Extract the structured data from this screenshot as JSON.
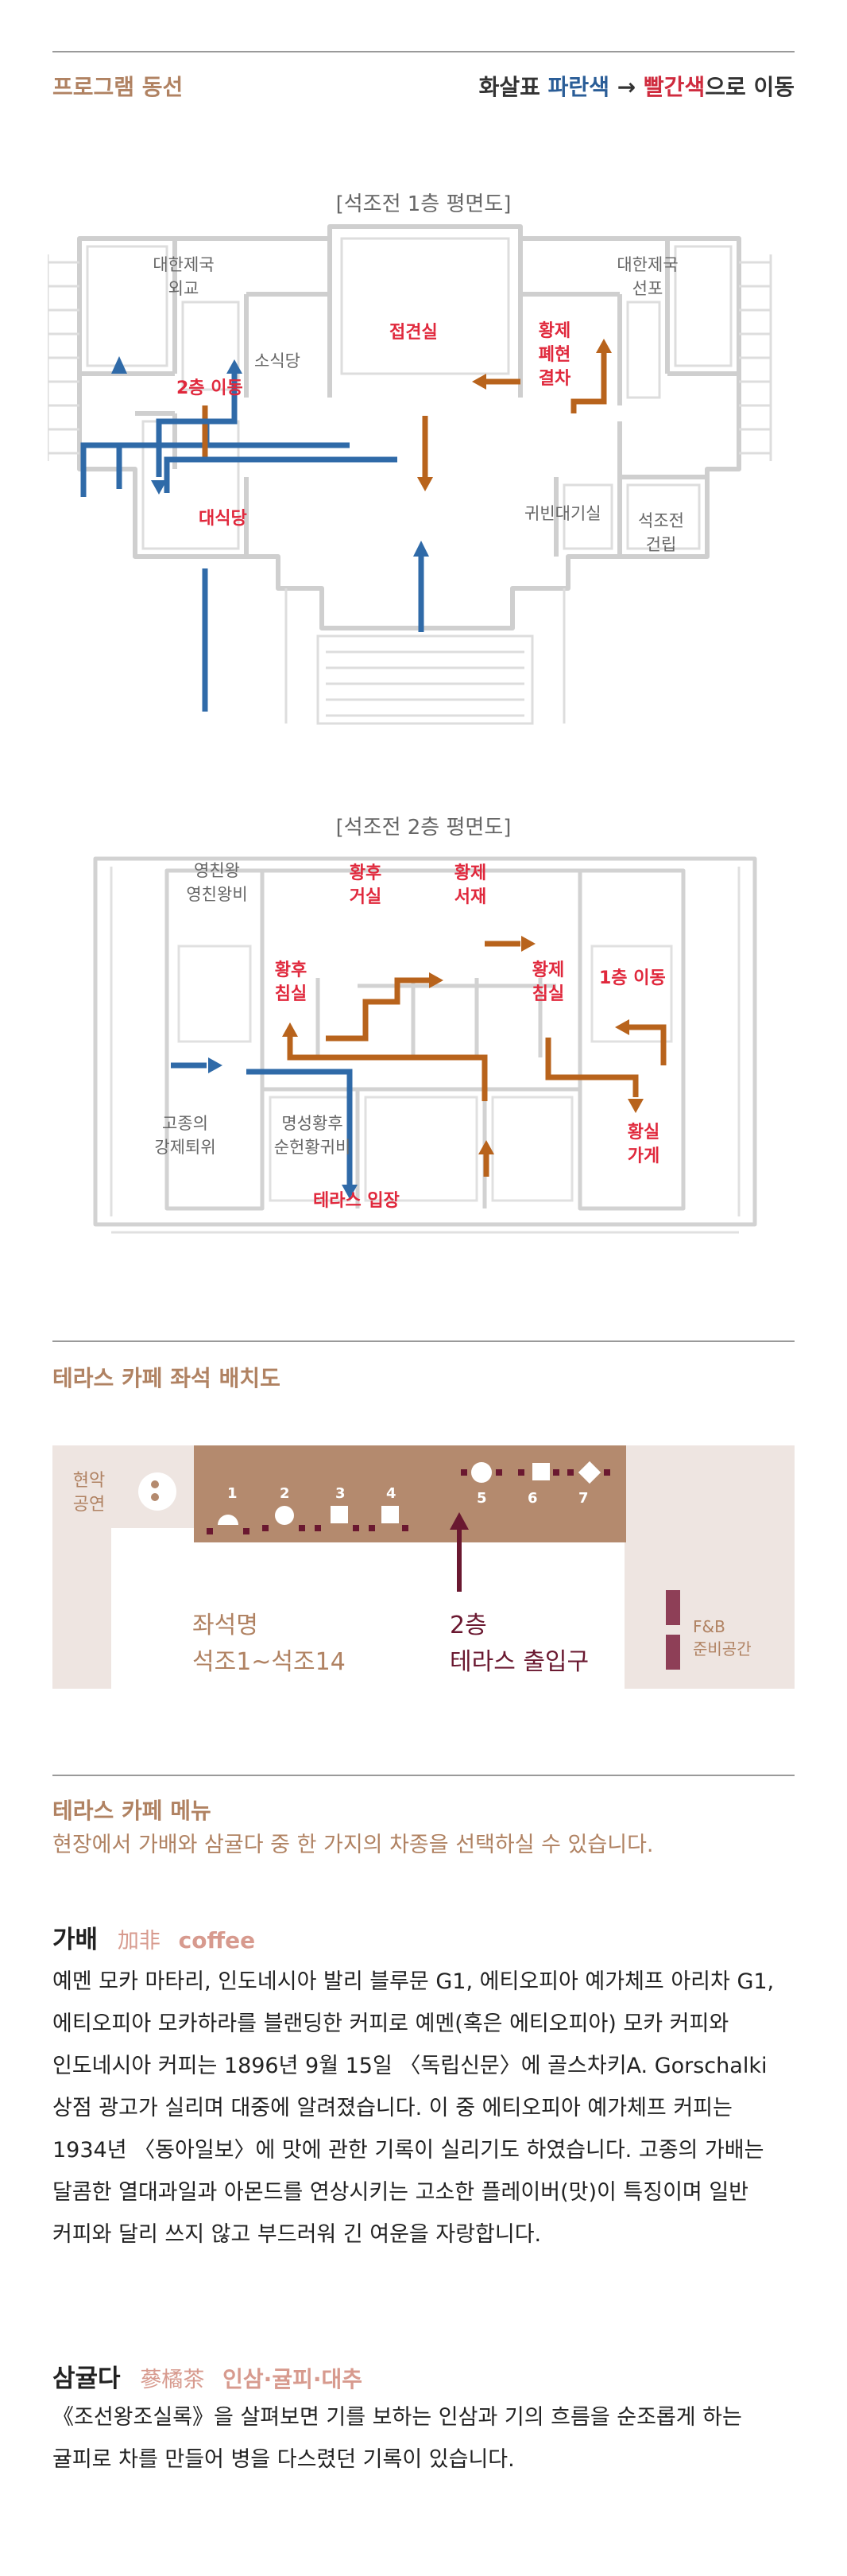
{
  "program": {
    "title": "프로그램 동선",
    "legend": {
      "prefix": "화살표",
      "blue": "파란색",
      "arrow": "→",
      "red": "빨간색",
      "suffix": "으로 이동"
    }
  },
  "plan1": {
    "title": "[석조전 1층 평면도]",
    "rooms": {
      "daehan_oegyo": "대한제국\n외교",
      "sosikdang": "소식당",
      "jeopgyeonsil": "접견실",
      "hwangje_pyeheon": "황제\n폐현\n결차",
      "daehan_seonpo": "대한제국\n선포",
      "second_floor": "2층 이동",
      "daesikdang": "대식당",
      "gwibin": "귀빈대기실",
      "seokjojeon_geollip": "석조전\n건립"
    }
  },
  "plan2": {
    "title": "[석조전 2층 평면도]",
    "rooms": {
      "yeongchinwang": "영친왕\n영친왕비",
      "hwanghu_geosil": "황후\n거실",
      "hwangje_seojae": "황제\n서재",
      "hwanghu_chimsil": "황후\n침실",
      "hwangje_chimsil": "황제\n침실",
      "first_floor": "1층 이동",
      "gojong_gangje": "고종의\n강제퇴위",
      "myeongseong": "명성황후\n순헌황귀비",
      "hwangsil_gage": "황실\n가게",
      "terrace_entry": "테라스 입장"
    }
  },
  "seating": {
    "title": "테라스 카페 좌석 배치도",
    "performance": "현악\n공연",
    "seat_numbers": [
      "1",
      "2",
      "3",
      "4",
      "5",
      "6",
      "7"
    ],
    "seat_names_label": "좌석명",
    "seat_range": "석조1~석조14",
    "entrance_floor": "2층",
    "entrance_label": "테라스 출입구",
    "fb_space": "F&B\n준비공간"
  },
  "menu": {
    "title": "테라스 카페 메뉴",
    "subtitle": "현장에서 가배와 삼귤다 중 한 가지의 차종을 선택하실 수 있습니다.",
    "items": [
      {
        "name": "가배",
        "hanja": "加非",
        "sub": "coffee",
        "desc": [
          "예멘 모카 마타리, 인도네시아 발리 블루문 G1, 에티오피아 예가체프 아리차 G1,",
          "에티오피아 모카하라를 블랜딩한 커피로 예멘(혹은 에티오피아) 모카 커피와",
          "인도네시아 커피는 1896년 9월 15일 〈독립신문〉에 골스차키A. Gorschalki",
          "상점 광고가 실리며 대중에 알려졌습니다. 이 중 에티오피아 예가체프 커피는",
          "1934년 〈동아일보〉에 맛에 관한 기록이 실리기도 하였습니다. 고종의 가배는",
          "달콤한 열대과일과 아몬드를 연상시키는 고소한 플레이버(맛)이 특징이며 일반",
          "커피와 달리 쓰지 않고 부드러워 긴 여운을 자랑합니다."
        ]
      },
      {
        "name": "삼귤다",
        "hanja": "蔘橘茶",
        "sub": "인삼·귤피·대추",
        "desc": [
          "《조선왕조실록》을 살펴보면 기를 보하는 인삼과 기의 흐름을 순조롭게 하는",
          "귤피로 차를 만들어 병을 다스렸던 기록이 있습니다."
        ]
      }
    ]
  },
  "colors": {
    "accent_brown": "#b08262",
    "arrow_blue": "#2f6aa8",
    "arrow_orange": "#b8631c",
    "label_red": "#e0283c",
    "terrace_brown": "#b48a6e",
    "entrance_maroon": "#6a1830"
  }
}
